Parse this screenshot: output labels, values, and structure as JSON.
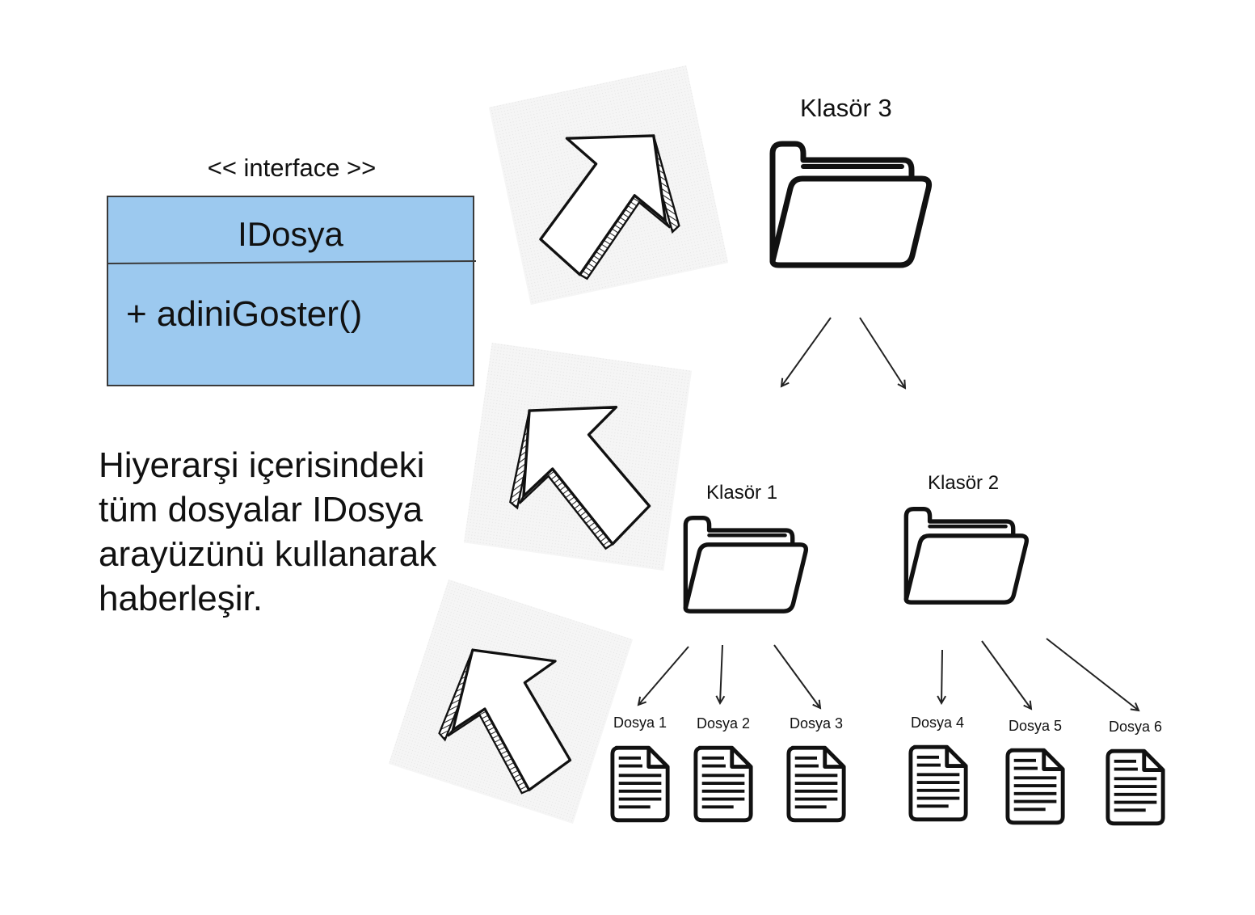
{
  "uml": {
    "stereotype": "<< interface >>",
    "name": "IDosya",
    "method": "+ adiniGoster()",
    "fill_color": "#9cc9ef"
  },
  "description": "Hiyerarşi içerisindeki tüm dosyalar IDosya arayüzünü kullanarak haberleşir.",
  "folders": {
    "root": "Klasör 3",
    "left": "Klasör 1",
    "right": "Klasör 2"
  },
  "files": [
    "Dosya 1",
    "Dosya 2",
    "Dosya 3",
    "Dosya 4",
    "Dosya 5",
    "Dosya 6"
  ],
  "icons": [
    "folder-icon",
    "document-icon",
    "hand-drawn-arrow-icon"
  ]
}
